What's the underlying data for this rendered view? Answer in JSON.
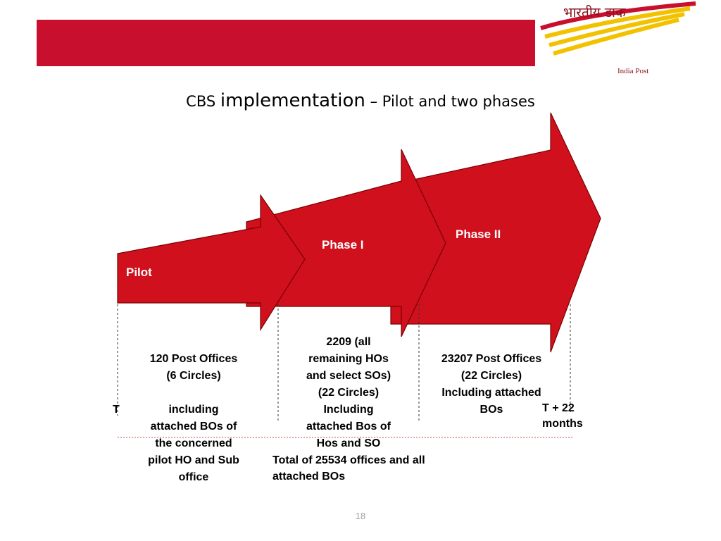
{
  "header": {
    "logo_hindi": "भारतीय डाक",
    "logo_english": "India Post",
    "brand_color": "#c8102e",
    "logo_stroke_color": "#f2c200"
  },
  "title": {
    "part1": "CBS ",
    "part2": "implementation",
    "part3": " – Pilot and two phases"
  },
  "phases": [
    {
      "label": "Pilot",
      "description": "120 Post Offices\n(6 Circles)\n\nincluding\nattached BOs of\nthe concerned\npilot HO and Sub\noffice"
    },
    {
      "label": "Phase I",
      "description": "2209 (all\nremaining HOs\nand select SOs)\n(22  Circles)\nIncluding\nattached Bos of\nHos and SO"
    },
    {
      "label": "Phase II",
      "description": "23207 Post Offices\n(22 Circles)\nIncluding attached\nBOs"
    }
  ],
  "timeline": {
    "start_label": "T",
    "end_label": "T + 22\nmonths",
    "total": "Total of 25534 offices and all\nattached BOs"
  },
  "arrow_color": "#d0101c",
  "page_number": "18"
}
